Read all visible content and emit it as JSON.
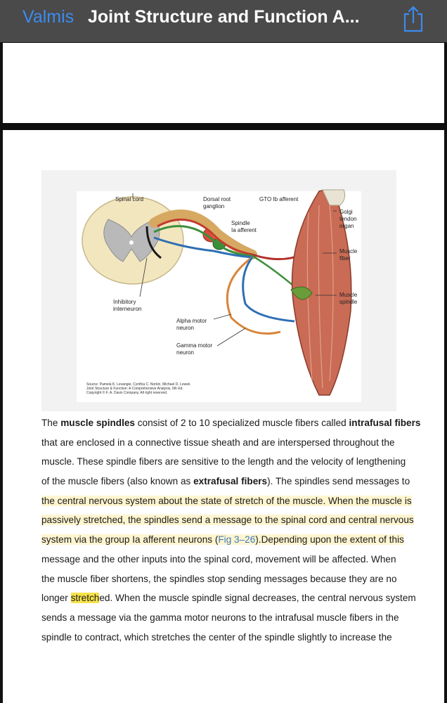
{
  "nav": {
    "back_label": "Valmis",
    "title": "Joint Structure and Function A...",
    "share_icon": "share-icon"
  },
  "figure": {
    "labels": {
      "spinal_cord": "Spinal cord",
      "dorsal_root_1": "Dorsal root",
      "dorsal_root_2": "ganglion",
      "gto": "GTO Ib afferent",
      "spindle_1": "Spindle",
      "spindle_2": "Ia afferent",
      "golgi_1": "Golgi",
      "golgi_2": "tendon",
      "golgi_3": "organ",
      "muscle_fiber_1": "Muscle",
      "muscle_fiber_2": "fiber",
      "muscle_spindle_1": "Muscle",
      "muscle_spindle_2": "spindle",
      "inhibitory_1": "Inhibitory",
      "inhibitory_2": "interneuron",
      "alpha_1": "Alpha motor",
      "alpha_2": "neuron",
      "gamma_1": "Gamma motor",
      "gamma_2": "neuron"
    },
    "source_lines": [
      "Source: Pamela K. Levangie, Cynthia C. Norkin, Michael D. Lewek",
      "Joint Structure & Function: A Comprehensive Analysis, 6th Ed.",
      "Copyright © F. A. Davis Company. All right reserved."
    ]
  },
  "text": {
    "l1_a": "The ",
    "l1_b": "muscle spindles",
    "l1_c": " consist of 2 to 10 specialized muscle fibers called ",
    "l1_d": "intrafusal fibers",
    "l2": "that are enclosed in a connective tissue sheath and are interspersed throughout the",
    "l3": "muscle. These spindle fibers are sensitive to the length and the velocity of lengthening",
    "l4_a": "of the muscle fibers (also known as ",
    "l4_b": "extrafusal fibers",
    "l4_c": "). The spindles send messages to",
    "l5": "the central nervous system about the state of stretch of the muscle. When the muscle is",
    "l6": "passively stretched, the spindles send a message to the spinal cord and central nervous",
    "l7_a": "system via the group Ia afferent neurons (",
    "l7_link": "Fig 3–26",
    "l7_b": ").Depending upon the extent of this",
    "l8": "message and the other inputs into the spinal cord, movement will be affected. When",
    "l9": "the muscle fiber shortens, the spindles stop sending messages because they are no",
    "l10_a": "longer ",
    "l10_hl": "stretch",
    "l10_b": "ed. When the muscle spindle signal decreases, the central nervous system",
    "l11": "sends a message via the gamma motor neurons to the intrafusal muscle fibers in the",
    "l12": "spindle to contract, which stretches the center of the spindle slightly to increase the"
  }
}
